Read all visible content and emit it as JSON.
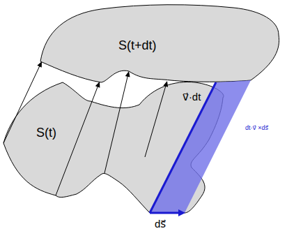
{
  "diagram": {
    "nodes": [
      {
        "text": [
          "S(t+dt)"
        ]
      },
      {
        "text": [
          "S(t)"
        ]
      }
    ],
    "edges": [
      {
        "from": 1,
        "to": 0,
        "arrow": "to"
      },
      {
        "from": 1,
        "to": 0,
        "arrow": "to"
      },
      {
        "from": 1,
        "to": 0,
        "arrow": "to"
      },
      {
        "from": 1,
        "to": 0,
        "arrow": "to"
      }
    ],
    "labels": [
      "v⃗·dt",
      "ds⃗",
      "dt·v⃗ ×ds⃗"
    ]
  }
}
